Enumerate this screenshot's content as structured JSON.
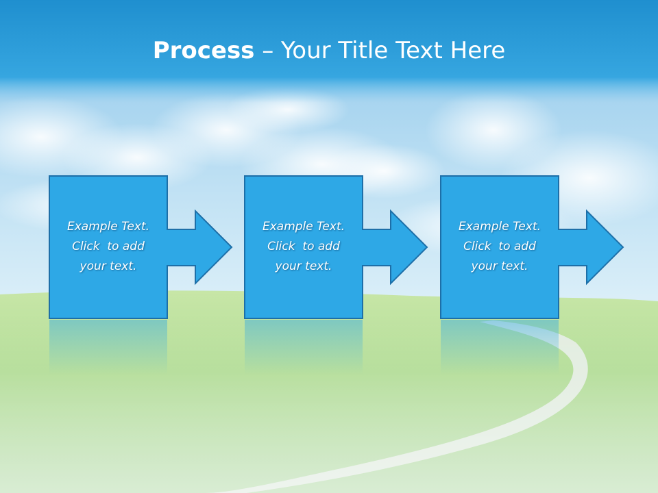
{
  "title": {
    "bold": "Process",
    "rest": " – Your Title Text Here"
  },
  "steps": [
    {
      "lines": [
        "Example Text.",
        "Click  to add",
        "your text."
      ]
    },
    {
      "lines": [
        "Example Text.",
        "Click  to add",
        "your text."
      ]
    },
    {
      "lines": [
        "Example Text.",
        "Click  to add",
        "your text."
      ]
    }
  ],
  "colors": {
    "title_bar": "#2a9cd8",
    "shape_fill": "#2ea8e6",
    "shape_stroke": "#1d6fa8",
    "grass": "#9fd07a",
    "sky": "#cfe8f6"
  }
}
